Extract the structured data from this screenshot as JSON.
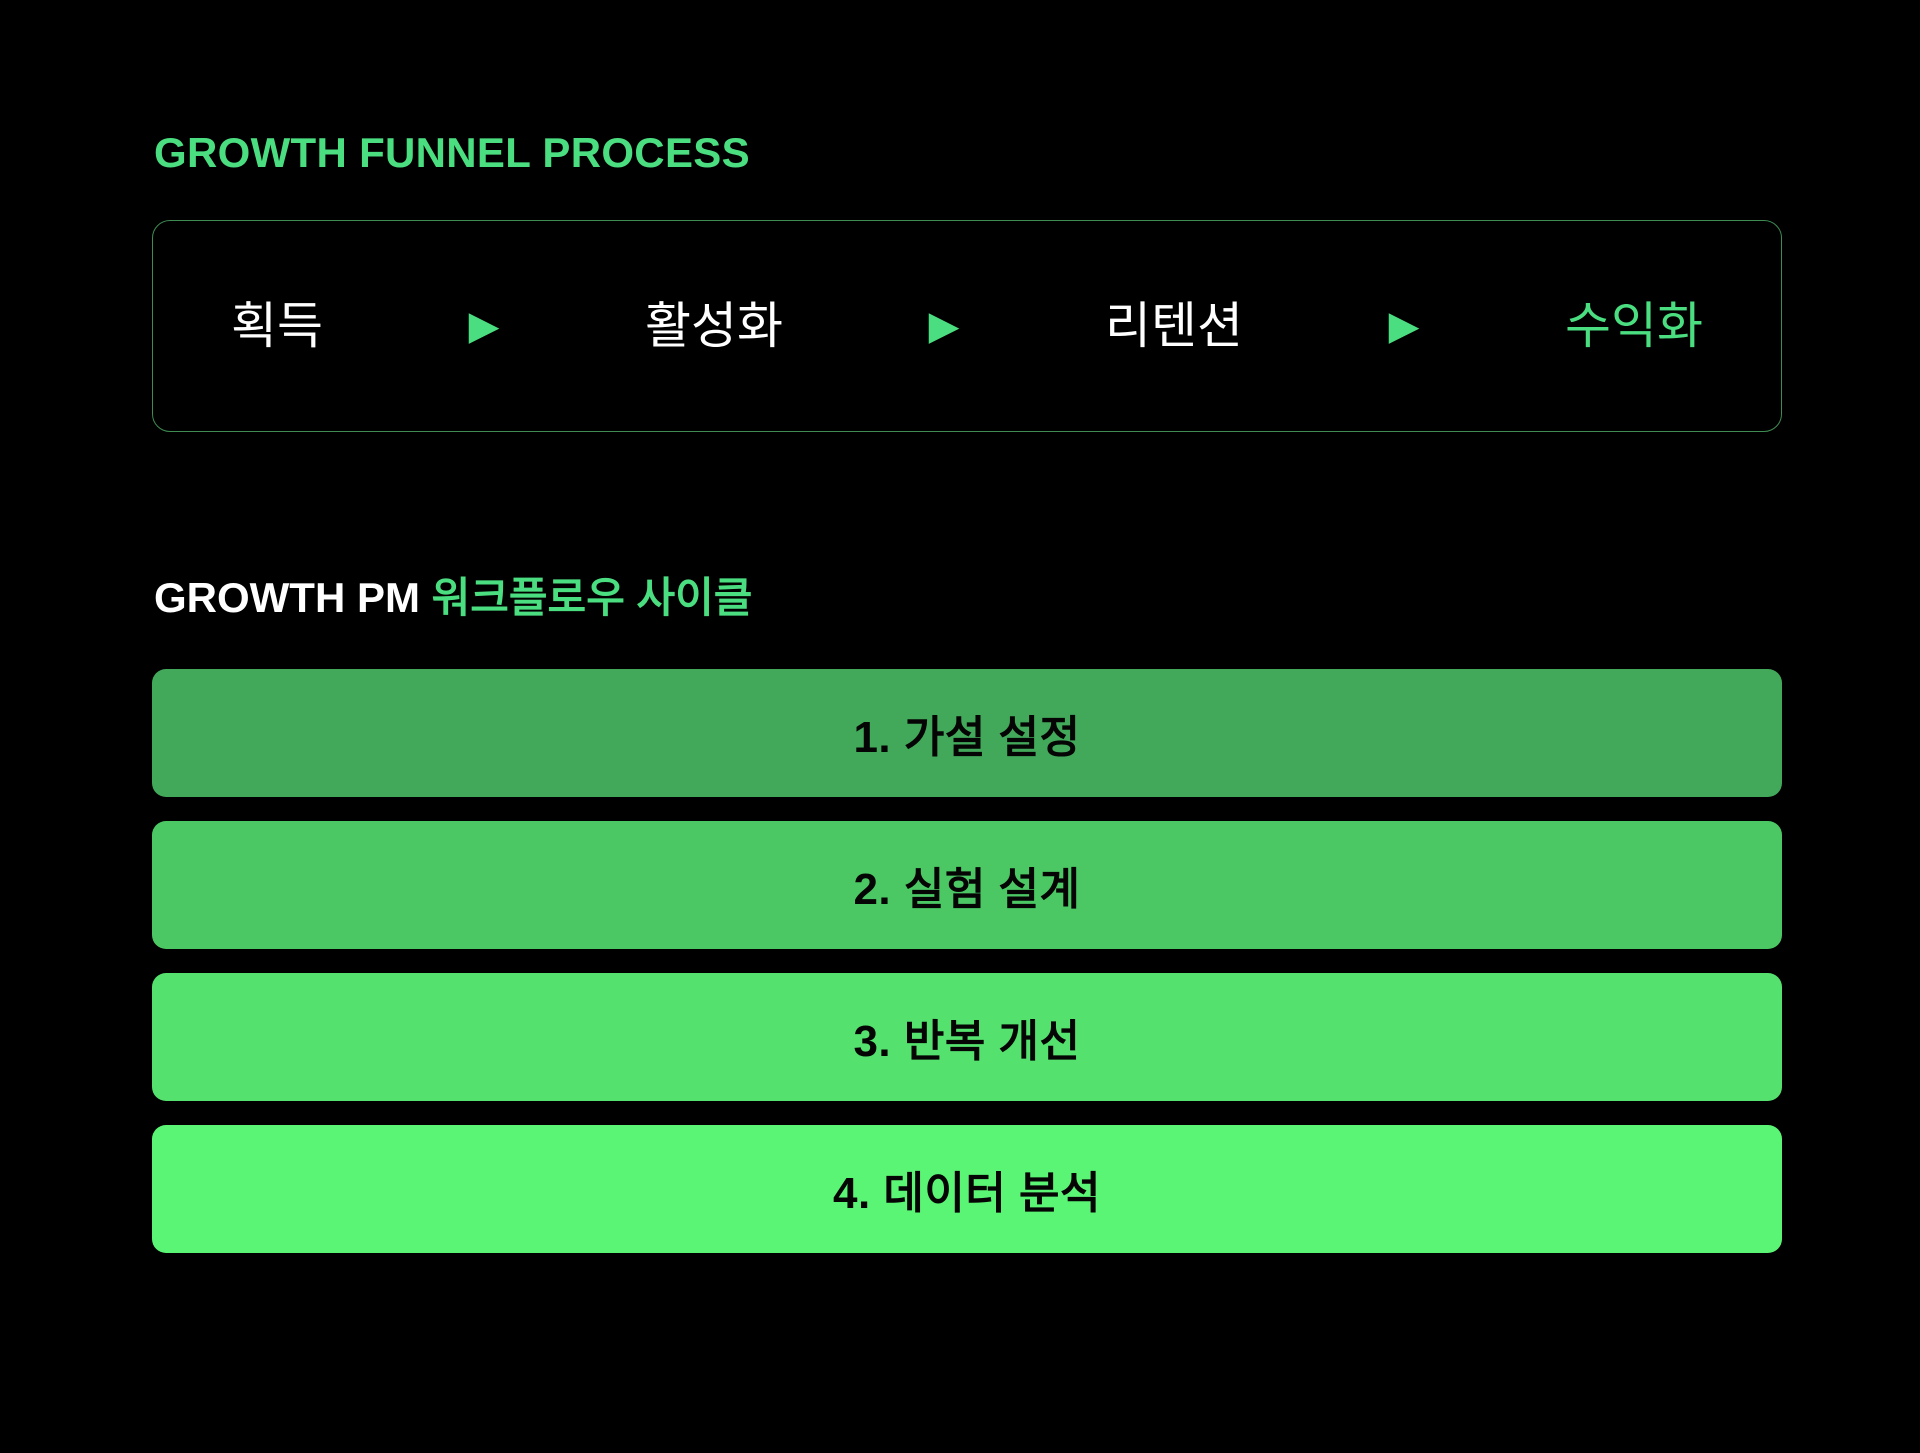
{
  "theme": {
    "background": "#000000",
    "accent": "#4ade80",
    "border": "#3f8c53",
    "text_primary": "#ffffff",
    "bar_text": "#050505"
  },
  "funnel": {
    "title": "GROWTH FUNNEL PROCESS",
    "arrow_glyph": "▶",
    "steps": [
      {
        "label": "획득",
        "highlighted": false
      },
      {
        "label": "활성화",
        "highlighted": false
      },
      {
        "label": "리텐션",
        "highlighted": false
      },
      {
        "label": "수익화",
        "highlighted": true
      }
    ]
  },
  "workflow": {
    "title_en": "GROWTH PM",
    "title_kr": "워크플로우 사이클",
    "bars": [
      {
        "label": "1. 가설 설정",
        "color": "#42a85a"
      },
      {
        "label": "2. 실험 설계",
        "color": "#4bc864"
      },
      {
        "label": "3. 반복 개선",
        "color": "#54e16e"
      },
      {
        "label": "4. 데이터 분석",
        "color": "#5bf575"
      }
    ]
  }
}
